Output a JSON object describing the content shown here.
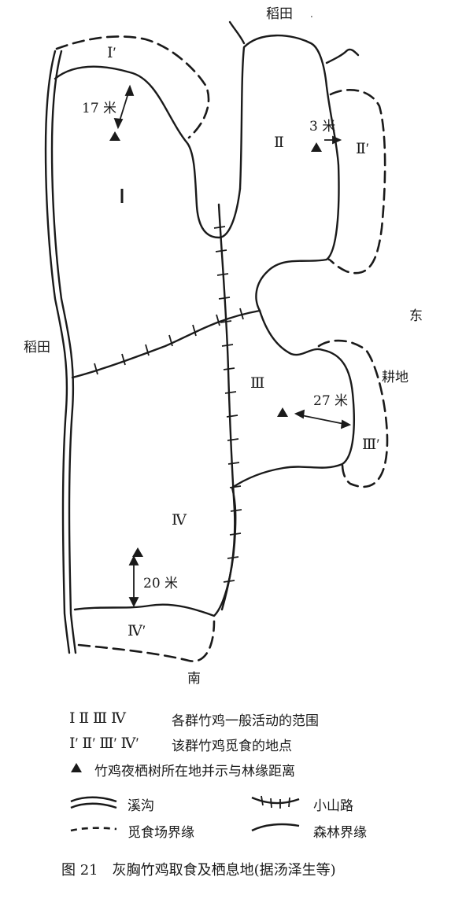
{
  "map": {
    "labels": {
      "top_field": "稻田",
      "left_field": "稻田",
      "east": "东",
      "farmland": "耕地",
      "south": "南",
      "region_I": "Ⅰ",
      "region_I_prime": "Ⅰ′",
      "region_II": "Ⅱ",
      "region_II_prime": "Ⅱ′",
      "region_III": "Ⅲ",
      "region_III_prime": "Ⅲ′",
      "region_IV": "Ⅳ",
      "region_IV_prime": "Ⅳ′",
      "dist_I": "17 米",
      "dist_II": "3 米",
      "dist_III": "27 米",
      "dist_IV": "20 米"
    }
  },
  "legend": {
    "row1_codes": "Ⅰ Ⅱ Ⅲ Ⅳ",
    "row1_text": "各群竹鸡一般活动的范围",
    "row2_codes": "Ⅰ′ Ⅱ′ Ⅲ′ Ⅳ′",
    "row2_text": "该群竹鸡觅食的地点",
    "row3_text": "竹鸡夜栖树所在地并示与林缘距离",
    "stream": "溪沟",
    "path": "小山路",
    "feeding_boundary": "觅食场界缘",
    "forest_boundary": "森林界缘"
  },
  "caption": {
    "text": "图 21　灰胸竹鸡取食及栖息地(据汤泽生等)"
  },
  "colors": {
    "ink": "#1a1a1a",
    "background": "#ffffff"
  }
}
